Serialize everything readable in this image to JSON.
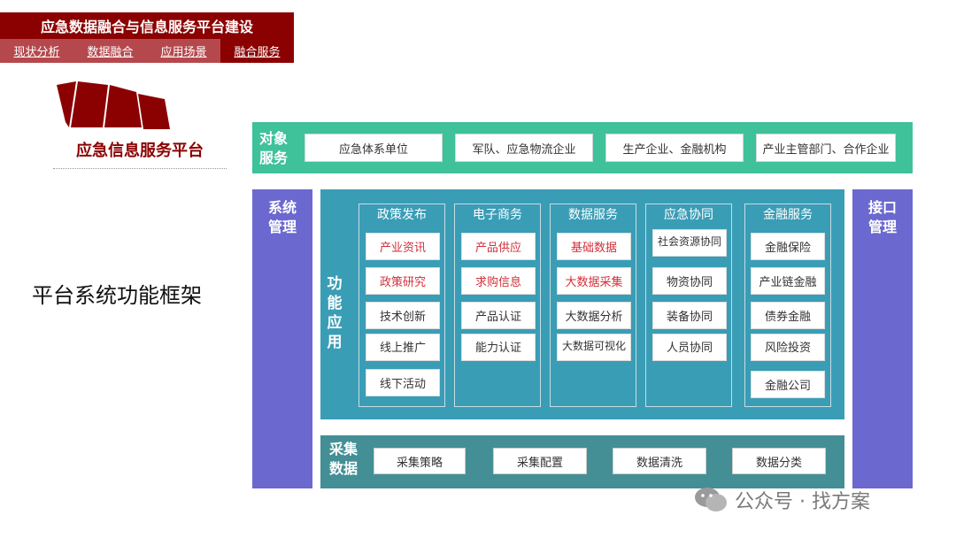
{
  "header": {
    "title": "应急数据融合与信息服务平台建设",
    "tabs": [
      {
        "label": "现状分析",
        "active": false
      },
      {
        "label": "数据融合",
        "active": false
      },
      {
        "label": "应用场景",
        "active": false
      },
      {
        "label": "融合服务",
        "active": true
      }
    ]
  },
  "platform_title": "应急信息服务平台",
  "framework_title": "平台系统功能框架",
  "object_services": {
    "label": "对象\n服务",
    "items": [
      "应急体系单位",
      "军队、应急物流企业",
      "生产企业、金融机构",
      "产业主管部门、合作企业"
    ]
  },
  "system_management": {
    "label": "系统\n管理"
  },
  "interface_management": {
    "label": "接口\n管理"
  },
  "function_application": {
    "label": "功\n能\n应\n用",
    "columns": [
      {
        "title": "政策发布",
        "items": [
          {
            "label": "产业资讯",
            "highlight": true
          },
          {
            "label": "政策研究",
            "highlight": true
          },
          {
            "label": "技术创新",
            "highlight": false
          },
          {
            "label": "线上推广",
            "highlight": false
          },
          {
            "label": "线下活动",
            "highlight": false
          }
        ]
      },
      {
        "title": "电子商务",
        "items": [
          {
            "label": "产品供应",
            "highlight": true
          },
          {
            "label": "求购信息",
            "highlight": true
          },
          {
            "label": "产品认证",
            "highlight": false
          },
          {
            "label": "能力认证",
            "highlight": false
          }
        ]
      },
      {
        "title": "数据服务",
        "items": [
          {
            "label": "基础数据",
            "highlight": true
          },
          {
            "label": "大数据采集",
            "highlight": true
          },
          {
            "label": "大数据分析",
            "highlight": false
          },
          {
            "label": "大数据可视化",
            "highlight": false
          }
        ]
      },
      {
        "title": "应急协同",
        "items": [
          {
            "label": "社会资源协同",
            "highlight": false
          },
          {
            "label": "物资协同",
            "highlight": false
          },
          {
            "label": "装备协同",
            "highlight": false
          },
          {
            "label": "人员协同",
            "highlight": false
          }
        ]
      },
      {
        "title": "金融服务",
        "items": [
          {
            "label": "金融保险",
            "highlight": false
          },
          {
            "label": "产业链金融",
            "highlight": false
          },
          {
            "label": "债券金融",
            "highlight": false
          },
          {
            "label": "风险投资",
            "highlight": false
          },
          {
            "label": "金融公司",
            "highlight": false
          }
        ]
      }
    ]
  },
  "data_collection": {
    "label": "采集\n数据",
    "items": [
      "采集策略",
      "采集配置",
      "数据清洗",
      "数据分类"
    ]
  },
  "watermark": {
    "text": "公众号 · 找方案",
    "icon": "wechat-icon"
  },
  "colors": {
    "brand_red": "#8b0000",
    "tab_bar": "#b5484d",
    "object_band": "#3fc19a",
    "pillar": "#6b69cf",
    "function_area": "#3a9db6",
    "collection_area": "#438f95",
    "highlight_text": "#d2303a"
  }
}
